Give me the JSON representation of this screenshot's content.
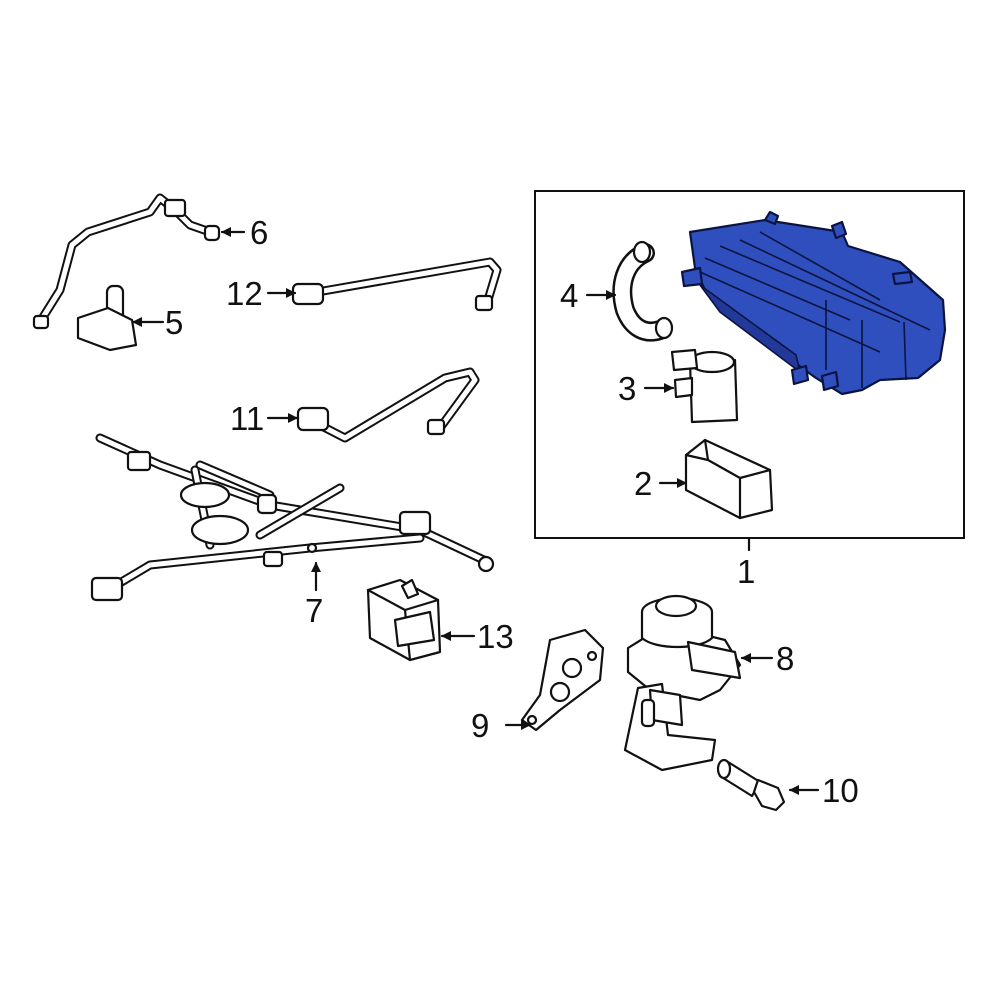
{
  "diagram": {
    "highlight_color": "#2f4fbf",
    "callouts": [
      {
        "id": "1",
        "label": "1"
      },
      {
        "id": "2",
        "label": "2"
      },
      {
        "id": "3",
        "label": "3"
      },
      {
        "id": "4",
        "label": "4"
      },
      {
        "id": "5",
        "label": "5"
      },
      {
        "id": "6",
        "label": "6"
      },
      {
        "id": "7",
        "label": "7"
      },
      {
        "id": "8",
        "label": "8"
      },
      {
        "id": "9",
        "label": "9"
      },
      {
        "id": "10",
        "label": "10"
      },
      {
        "id": "11",
        "label": "11"
      },
      {
        "id": "12",
        "label": "12"
      },
      {
        "id": "13",
        "label": "13"
      }
    ]
  }
}
